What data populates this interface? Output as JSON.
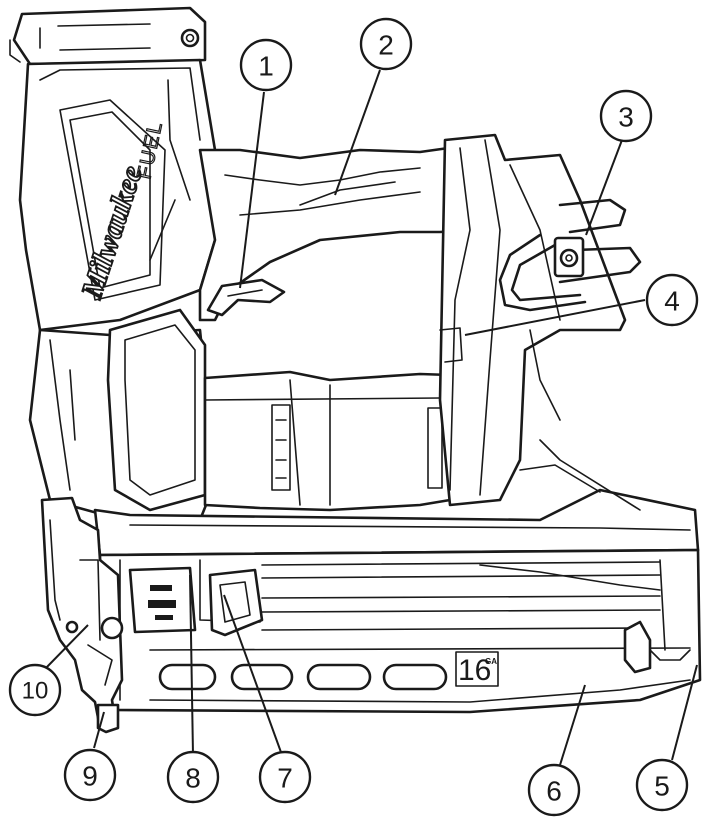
{
  "diagram": {
    "brand_text": "Milwaukee",
    "series_text": "FUEL",
    "gauge_number": "16",
    "gauge_unit": "GA",
    "callouts": [
      "1",
      "2",
      "3",
      "4",
      "5",
      "6",
      "7",
      "8",
      "9",
      "10"
    ]
  }
}
